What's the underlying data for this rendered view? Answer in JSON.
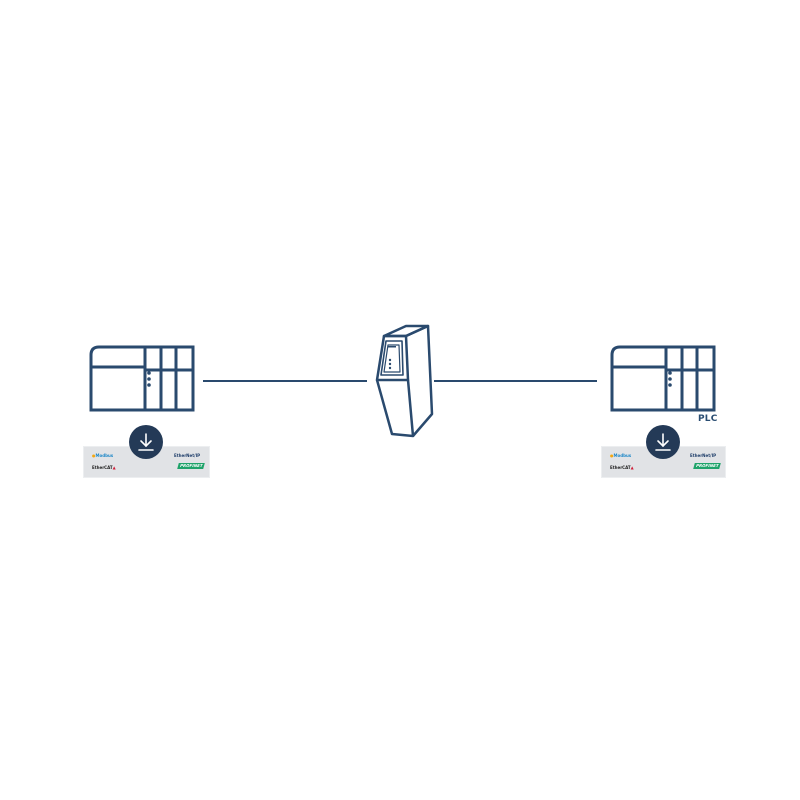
{
  "colors": {
    "stroke": "#2a4a6e",
    "download_button": "#243a57",
    "strip_bg": "#e1e3e6",
    "background": "#ffffff"
  },
  "connections": [
    {
      "from": "plc-left",
      "to": "gateway"
    },
    {
      "from": "gateway",
      "to": "plc-right"
    }
  ],
  "left_device": {
    "type": "plc-icon",
    "label": "",
    "download_icon": "download-icon",
    "protocols": [
      "Modbus",
      "EtherCAT",
      "EtherNet/IP",
      "PROFINET"
    ]
  },
  "gateway": {
    "type": "gateway-device-icon"
  },
  "right_device": {
    "type": "plc-icon",
    "label": "PLC",
    "download_icon": "download-icon",
    "protocols": [
      "Modbus",
      "EtherCAT",
      "EtherNet/IP",
      "PROFINET"
    ]
  },
  "logos": {
    "modbus": "Modbus",
    "ethercat": "EtherCAT",
    "ethernetip": "EtherNet/IP",
    "profinet": "PROFINET"
  }
}
